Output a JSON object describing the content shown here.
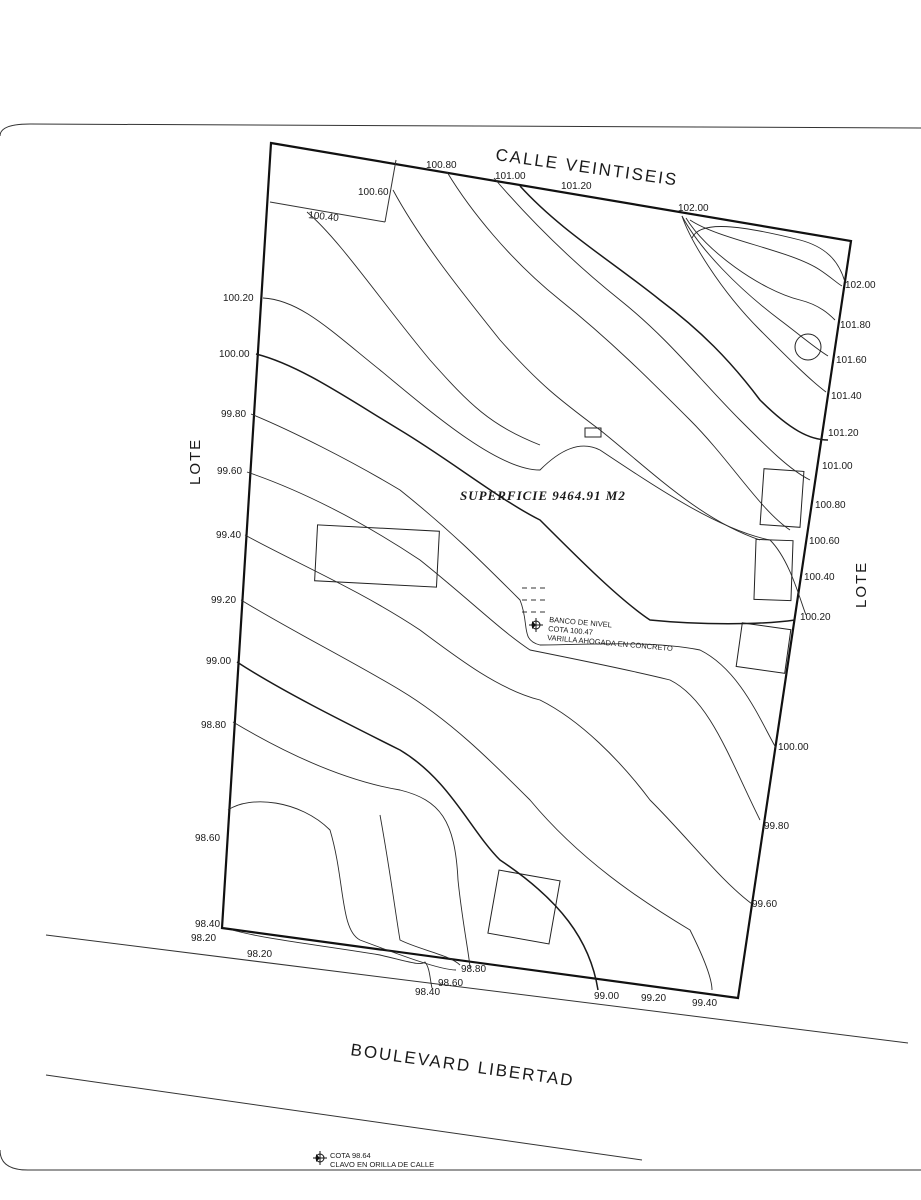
{
  "streets": {
    "north": "CALLE VEINTISEIS",
    "south": "BOULEVARD LIBERTAD"
  },
  "sides": {
    "west": "LOTE",
    "east": "LOTE"
  },
  "area_label": "SUPERFICIE  9464.91  M2",
  "benchmark": {
    "line1": "BANCO DE NIVEL",
    "line2": "COTA 100.47",
    "line3": "VARILLA AHOGADA EN CONCRETO"
  },
  "street_benchmark": {
    "line1": "COTA 98.64",
    "line2": "CLAVO EN ORILLA DE CALLE"
  },
  "contour_labels": {
    "top": [
      "100.80",
      "101.00",
      "101.20",
      "102.00",
      "100.60",
      "100.40"
    ],
    "left": [
      "100.20",
      "100.00",
      "99.80",
      "99.60",
      "99.40",
      "99.20",
      "99.00",
      "98.80",
      "98.60",
      "98.40",
      "98.20"
    ],
    "right": [
      "102.00",
      "101.80",
      "101.60",
      "101.40",
      "101.20",
      "101.00",
      "100.80",
      "100.60",
      "100.40",
      "100.20",
      "100.00",
      "99.80",
      "99.60"
    ],
    "bottom": [
      "98.20",
      "98.80",
      "98.60",
      "98.40",
      "99.00",
      "99.20",
      "99.40"
    ]
  }
}
